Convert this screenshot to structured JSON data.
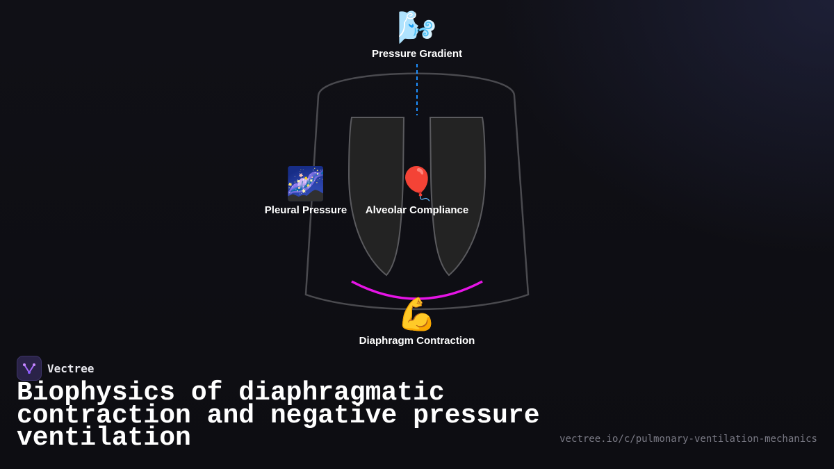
{
  "diagram": {
    "nodes": {
      "pressure_gradient": {
        "emoji": "🌬️",
        "label": "Pressure Gradient"
      },
      "pleural_pressure": {
        "emoji": "🌌",
        "label": "Pleural Pressure"
      },
      "alveolar_compliance": {
        "emoji": "🎈",
        "label": "Alveolar Compliance"
      },
      "diaphragm_contraction": {
        "emoji": "💪",
        "label": "Diaphragm Contraction"
      }
    },
    "colors": {
      "outline": "#4a4a4f",
      "lung_fill": "#232323",
      "diaphragm": "#e614e6",
      "gradient_line": "#1e90ff"
    }
  },
  "brand": {
    "name": "Vectree",
    "logo_icon": "vectree-logo-icon"
  },
  "title": "Biophysics of diaphragmatic contraction and negative pressure ventilation",
  "url": "vectree.io/c/pulmonary-ventilation-mechanics"
}
